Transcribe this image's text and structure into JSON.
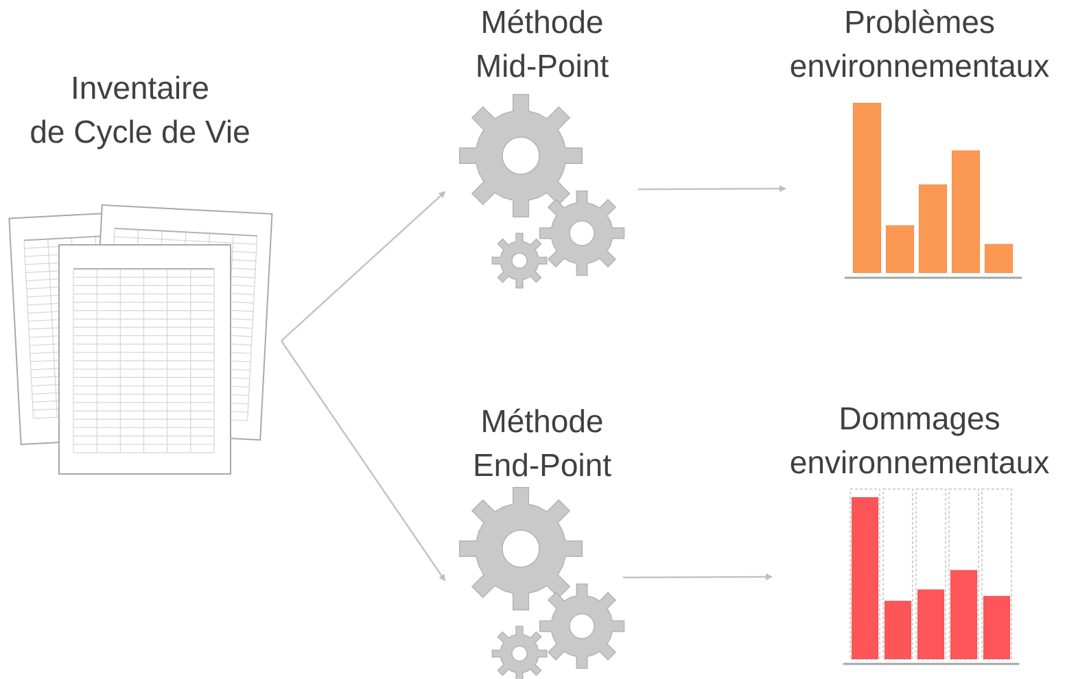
{
  "inventory": {
    "line1": "Inventaire",
    "line2": "de Cycle de Vie"
  },
  "midpoint": {
    "line1": "Méthode",
    "line2": "Mid-Point"
  },
  "endpoint": {
    "line1": "Méthode",
    "line2": "End-Point"
  },
  "problems": {
    "line1": "Problèmes",
    "line2": "environnementaux"
  },
  "damages": {
    "line1": "Dommages",
    "line2": "environnementaux"
  },
  "icons": {
    "inventory": "spreadsheet-documents-icon",
    "midpoint": "gears-icon",
    "endpoint": "gears-icon",
    "problems": "bar-chart-icon",
    "damages": "bar-chart-icon"
  },
  "colors": {
    "text": "#404040",
    "gear": "#c8c8c8",
    "arrow": "#bfbfbf",
    "problems_bars": "#fb9954",
    "damages_bars": "#fe5558",
    "axis": "#a6a6a6"
  },
  "chart_data": [
    {
      "type": "bar",
      "values": [
        100,
        28,
        52,
        72,
        17
      ],
      "ylim": [
        0,
        100
      ]
    },
    {
      "type": "bar",
      "values": [
        100,
        36,
        43,
        55,
        39
      ],
      "ylim": [
        0,
        100
      ]
    }
  ]
}
